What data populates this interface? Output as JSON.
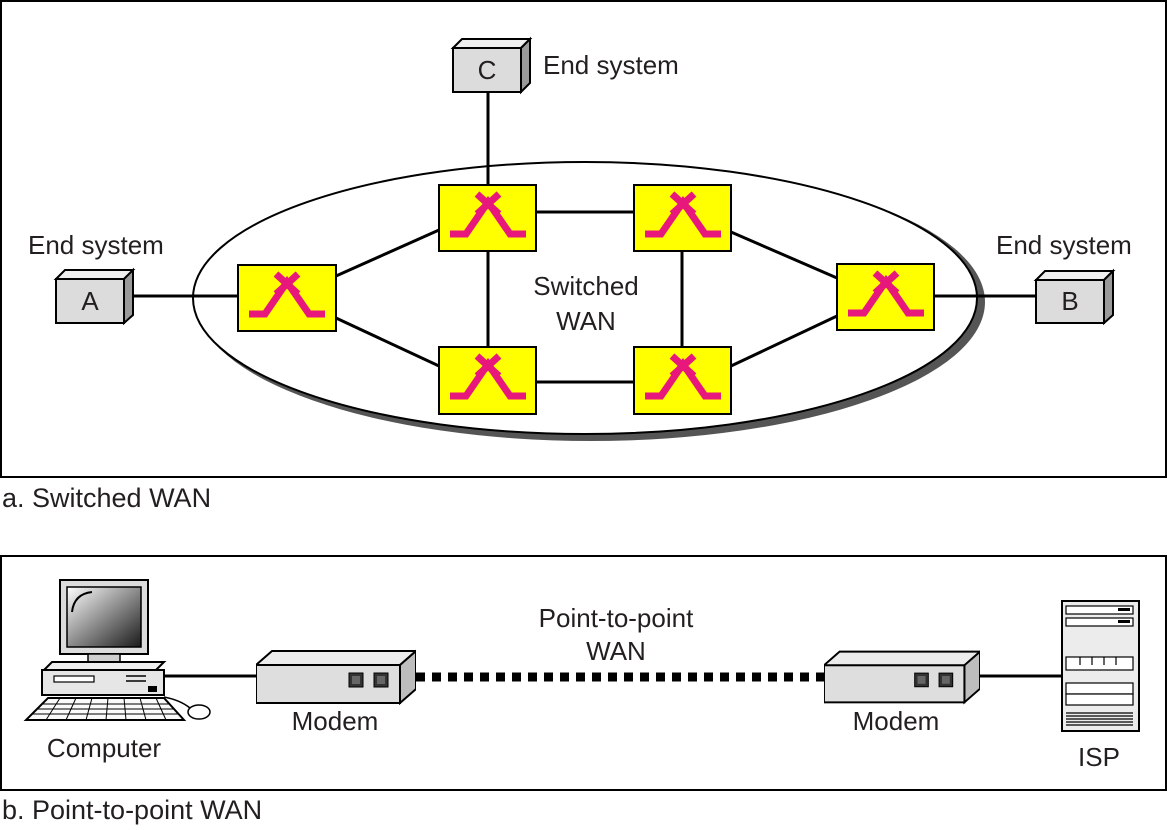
{
  "part_a": {
    "caption": "a. Switched WAN",
    "network_label_line1": "Switched",
    "network_label_line2": "WAN",
    "end_system_a": {
      "letter": "A",
      "label": "End system"
    },
    "end_system_b": {
      "letter": "B",
      "label": "End system"
    },
    "end_system_c": {
      "letter": "C",
      "label": "End system"
    }
  },
  "part_b": {
    "caption": "b. Point-to-point WAN",
    "link_label_line1": "Point-to-point",
    "link_label_line2": "WAN",
    "computer_label": "Computer",
    "modem_left_label": "Modem",
    "modem_right_label": "Modem",
    "isp_label": "ISP"
  },
  "colors": {
    "switch_fill": "#ffff00",
    "switch_symbol": "#e8177c",
    "box_fill": "#dcdcdc",
    "line": "#000000"
  }
}
